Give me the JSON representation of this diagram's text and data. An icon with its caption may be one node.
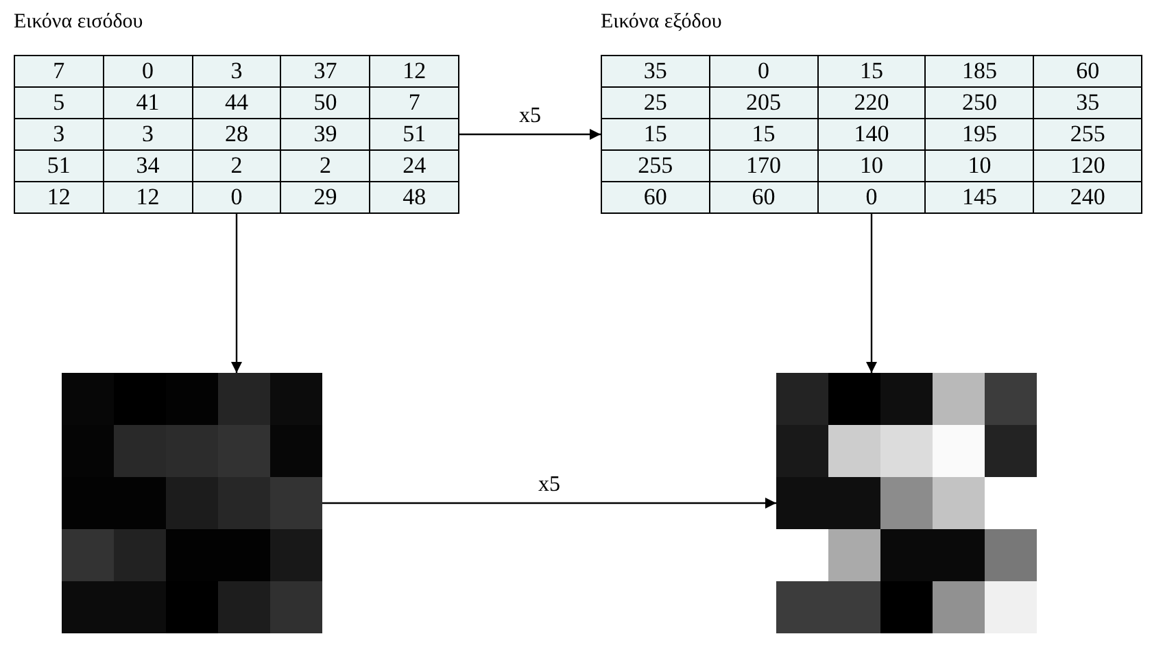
{
  "diagram": {
    "nodes": [
      {
        "text": [
          "Εικόνα εισόδου",
          "7",
          "0",
          "3",
          "37",
          "12",
          "5",
          "41",
          "44",
          "50",
          "7",
          "3",
          "3",
          "28",
          "39",
          "51",
          "51",
          "34",
          "2",
          "2",
          "24",
          "12",
          "12",
          "0",
          "29",
          "48"
        ]
      },
      {
        "text": [
          "Εικόνα εξόδου",
          "35",
          "0",
          "15",
          "185",
          "60",
          "25",
          "205",
          "220",
          "250",
          "35",
          "15",
          "15",
          "140",
          "195",
          "255",
          "255",
          "170",
          "10",
          "10",
          "120",
          "60",
          "60",
          "0",
          "145",
          "240"
        ]
      },
      {
        "text": [],
        "shape": "picture"
      },
      {
        "text": [],
        "shape": "picture"
      }
    ],
    "edges": [
      {
        "from": 0,
        "to": 1,
        "arrow": "to",
        "label": "x5"
      },
      {
        "from": 0,
        "to": 2,
        "arrow": "to"
      },
      {
        "from": 1,
        "to": 3,
        "arrow": "to"
      },
      {
        "from": 2,
        "to": 3,
        "arrow": "to",
        "label": "x5"
      }
    ]
  }
}
